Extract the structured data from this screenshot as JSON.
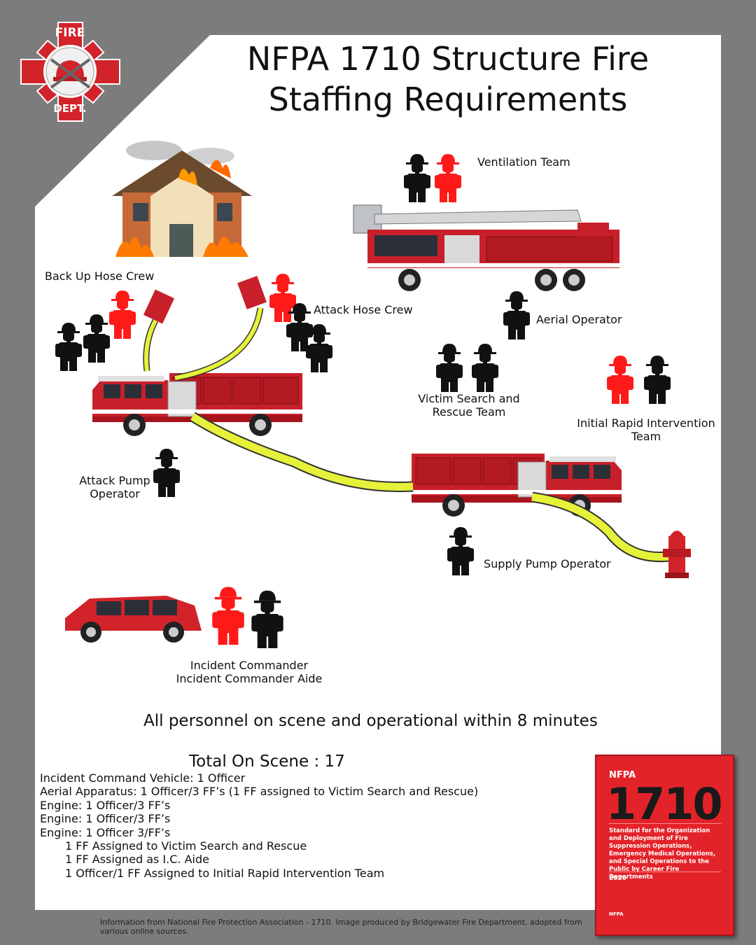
{
  "title": {
    "line1": "NFPA 1710 Structure Fire",
    "line2": "Staffing Requirements"
  },
  "logo": {
    "top_text": "FIRE",
    "bottom_text": "DEPT."
  },
  "labels": {
    "ventilation_team": "Ventilation Team",
    "back_up_hose_crew": "Back Up Hose Crew",
    "attack_hose_crew": "Attack Hose Crew",
    "aerial_operator": "Aerial Operator",
    "victim_search_line1": "Victim Search and",
    "victim_search_line2": "Rescue Team",
    "rit_line1": "Initial Rapid Intervention",
    "rit_line2": "Team",
    "attack_pump_line1": "Attack Pump",
    "attack_pump_line2": "Operator",
    "supply_pump_operator": "Supply Pump Operator",
    "incident_commander": "Incident Commander",
    "incident_commander_aide": "Incident Commander Aide"
  },
  "note": "All personnel on scene and operational within 8 minutes",
  "total": "Total On Scene : 17",
  "staffing_list": [
    "Incident Command Vehicle: 1 Officer",
    "Aerial Apparatus: 1 Officer/3 FF’s (1 FF assigned to Victim Search and Rescue)",
    "Engine: 1 Officer/3 FF’s",
    "Engine: 1 Officer/3 FF’s",
    "Engine: 1 Officer 3/FF’s",
    "1 FF Assigned to Victim Search and Rescue",
    "1 FF Assigned as I.C. Aide",
    "1 Officer/1 FF Assigned to Initial Rapid Intervention Team"
  ],
  "footer": "Information from National Fire Protection Association - 1710. Image produced by Bridgewater Fire Department, adopted from various online sources.",
  "book": {
    "brand": "NFPA",
    "number": "1710",
    "description": "Standard for the Organization and Deployment of Fire Suppression Operations, Emergency Medical Operations, and Special Operations to the Public by Career Fire Departments",
    "year": "2020",
    "publisher": "NFPA"
  },
  "colors": {
    "background": "#7c7c7c",
    "officer_red": "#ff1a1a",
    "firefighter_black": "#111111",
    "truck_red": "#c8202a",
    "hose_yellow": "#e6f23a",
    "book_red": "#e3232a"
  }
}
